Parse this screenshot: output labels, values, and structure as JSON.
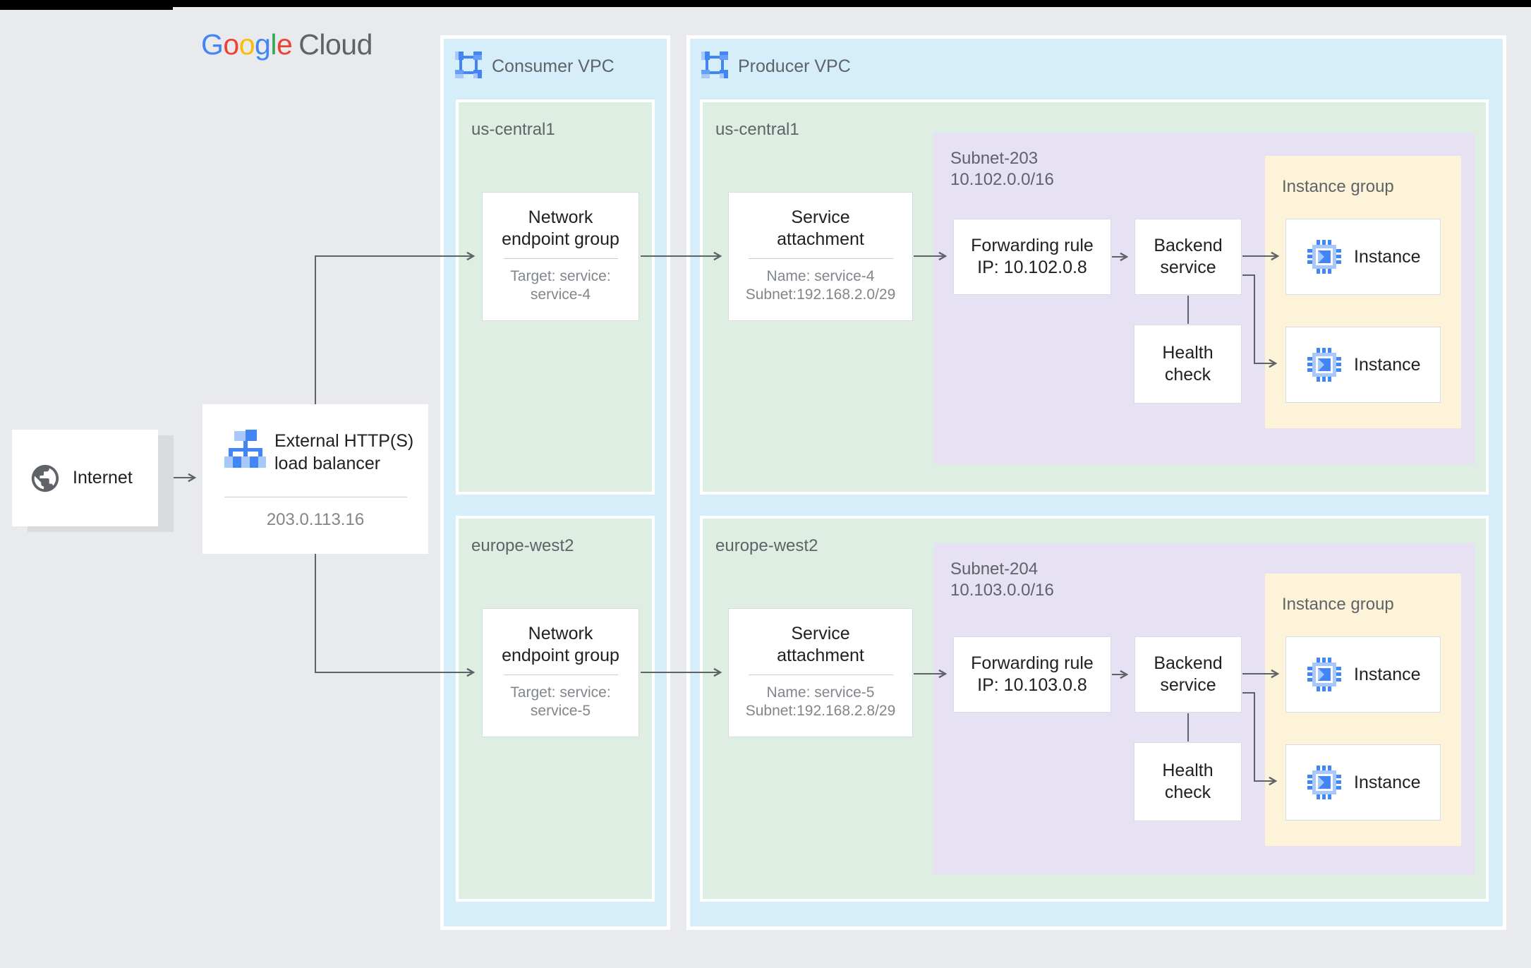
{
  "logo": {
    "letters": [
      {
        "t": "G",
        "c": "#4285F4"
      },
      {
        "t": "o",
        "c": "#EA4335"
      },
      {
        "t": "o",
        "c": "#FBBC04"
      },
      {
        "t": "g",
        "c": "#4285F4"
      },
      {
        "t": "l",
        "c": "#34A853"
      },
      {
        "t": "e",
        "c": "#EA4335"
      }
    ],
    "suffix": "Cloud"
  },
  "internet": {
    "label": "Internet"
  },
  "load_balancer": {
    "title_line1": "External HTTP(S)",
    "title_line2": "load balancer",
    "ip": "203.0.113.16"
  },
  "consumer_vpc": {
    "label": "Consumer VPC",
    "regions": [
      {
        "name": "us-central1",
        "neg": {
          "title_line1": "Network",
          "title_line2": "endpoint group",
          "detail_line1": "Target: service:",
          "detail_line2": "service-4"
        }
      },
      {
        "name": "europe-west2",
        "neg": {
          "title_line1": "Network",
          "title_line2": "endpoint group",
          "detail_line1": "Target: service:",
          "detail_line2": "service-5"
        }
      }
    ]
  },
  "producer_vpc": {
    "label": "Producer VPC",
    "regions": [
      {
        "name": "us-central1",
        "service_attachment": {
          "title_line1": "Service",
          "title_line2": "attachment",
          "detail_line1": "Name: service-4",
          "detail_line2": "Subnet:192.168.2.0/29"
        },
        "subnet": {
          "name": "Subnet-203",
          "cidr": "10.102.0.0/16",
          "forwarding_rule": {
            "line1": "Forwarding rule",
            "line2": "IP: 10.102.0.8"
          },
          "backend_service": {
            "line1": "Backend",
            "line2": "service"
          },
          "health_check": {
            "line1": "Health",
            "line2": "check"
          }
        },
        "instance_group": {
          "label": "Instance group",
          "instance1": "Instance",
          "instance2": "Instance"
        }
      },
      {
        "name": "europe-west2",
        "service_attachment": {
          "title_line1": "Service",
          "title_line2": "attachment",
          "detail_line1": "Name: service-5",
          "detail_line2": "Subnet:192.168.2.8/29"
        },
        "subnet": {
          "name": "Subnet-204",
          "cidr": "10.103.0.0/16",
          "forwarding_rule": {
            "line1": "Forwarding rule",
            "line2": "IP: 10.103.0.8"
          },
          "backend_service": {
            "line1": "Backend",
            "line2": "service"
          },
          "health_check": {
            "line1": "Health",
            "line2": "check"
          }
        },
        "instance_group": {
          "label": "Instance group",
          "instance1": "Instance",
          "instance2": "Instance"
        }
      }
    ]
  },
  "colors": {
    "page_bg": "#E8EAED",
    "vpc_blue": "#D6EDFA",
    "region_green": "#DFEEE3",
    "subnet_purple": "#E6E1F3",
    "group_yellow": "#FCF3D9",
    "line_gray": "#5F6368",
    "google_blue": "#4285F4",
    "light_blue": "#A8C7FA"
  }
}
